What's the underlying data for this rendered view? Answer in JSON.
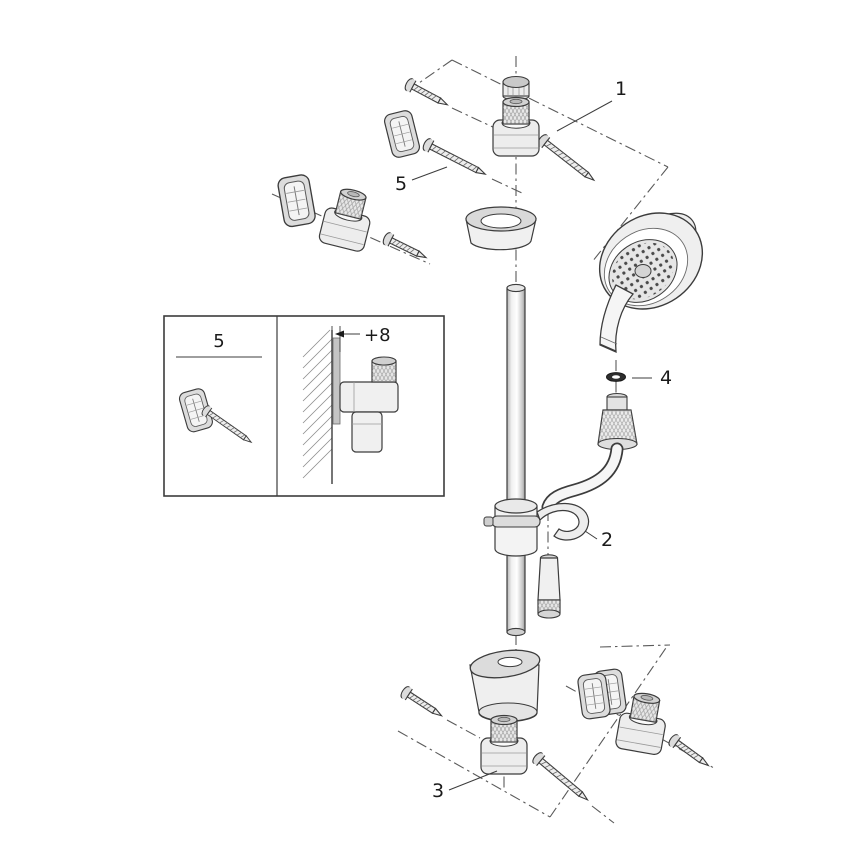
{
  "figure": {
    "type": "exploded-assembly-diagram",
    "subject": "shower rail set with hand shower, hose, slider and wall mounting hardware",
    "background": "#ffffff",
    "colors": {
      "outline": "#3c3c3c",
      "construction_line": "#5a5a5a",
      "light_gray": "#efefef",
      "mid_gray": "#d9d9d9",
      "dark_gray": "#9a9a9a"
    }
  },
  "labels": {
    "part1": "1",
    "part2": "2",
    "part3": "3",
    "part4": "4",
    "part5": "5"
  },
  "inset": {
    "part5": "5",
    "offset_label": "+8"
  }
}
